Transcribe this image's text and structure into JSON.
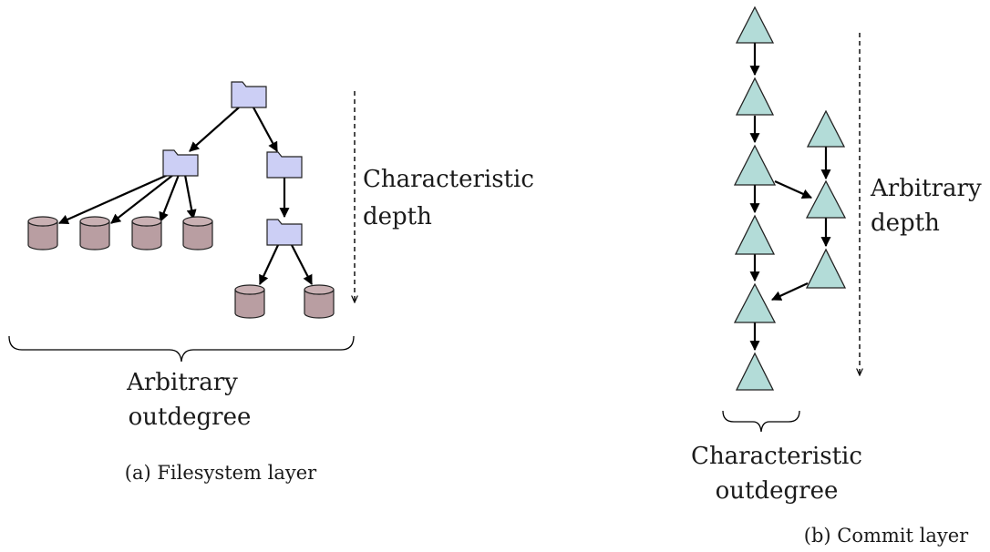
{
  "filesystem_panel": {
    "depth_label_line1": "Characteristic",
    "depth_label_line2": "depth",
    "breadth_label_line1": "Arbitrary",
    "breadth_label_line2": "outdegree",
    "caption": "(a) Filesystem layer",
    "node_icons": {
      "directory": "folder-icon",
      "file": "cylinder-icon"
    },
    "colors": {
      "folder": "#cccff5",
      "file": "#b99ea2"
    }
  },
  "commit_panel": {
    "depth_label_line1": "Arbitrary",
    "depth_label_line2": "depth",
    "breadth_label_line1": "Characteristic",
    "breadth_label_line2": "outdegree",
    "caption": "(b) Commit layer",
    "node_icons": {
      "commit": "triangle-icon"
    },
    "colors": {
      "commit": "#b3dcd8"
    }
  }
}
